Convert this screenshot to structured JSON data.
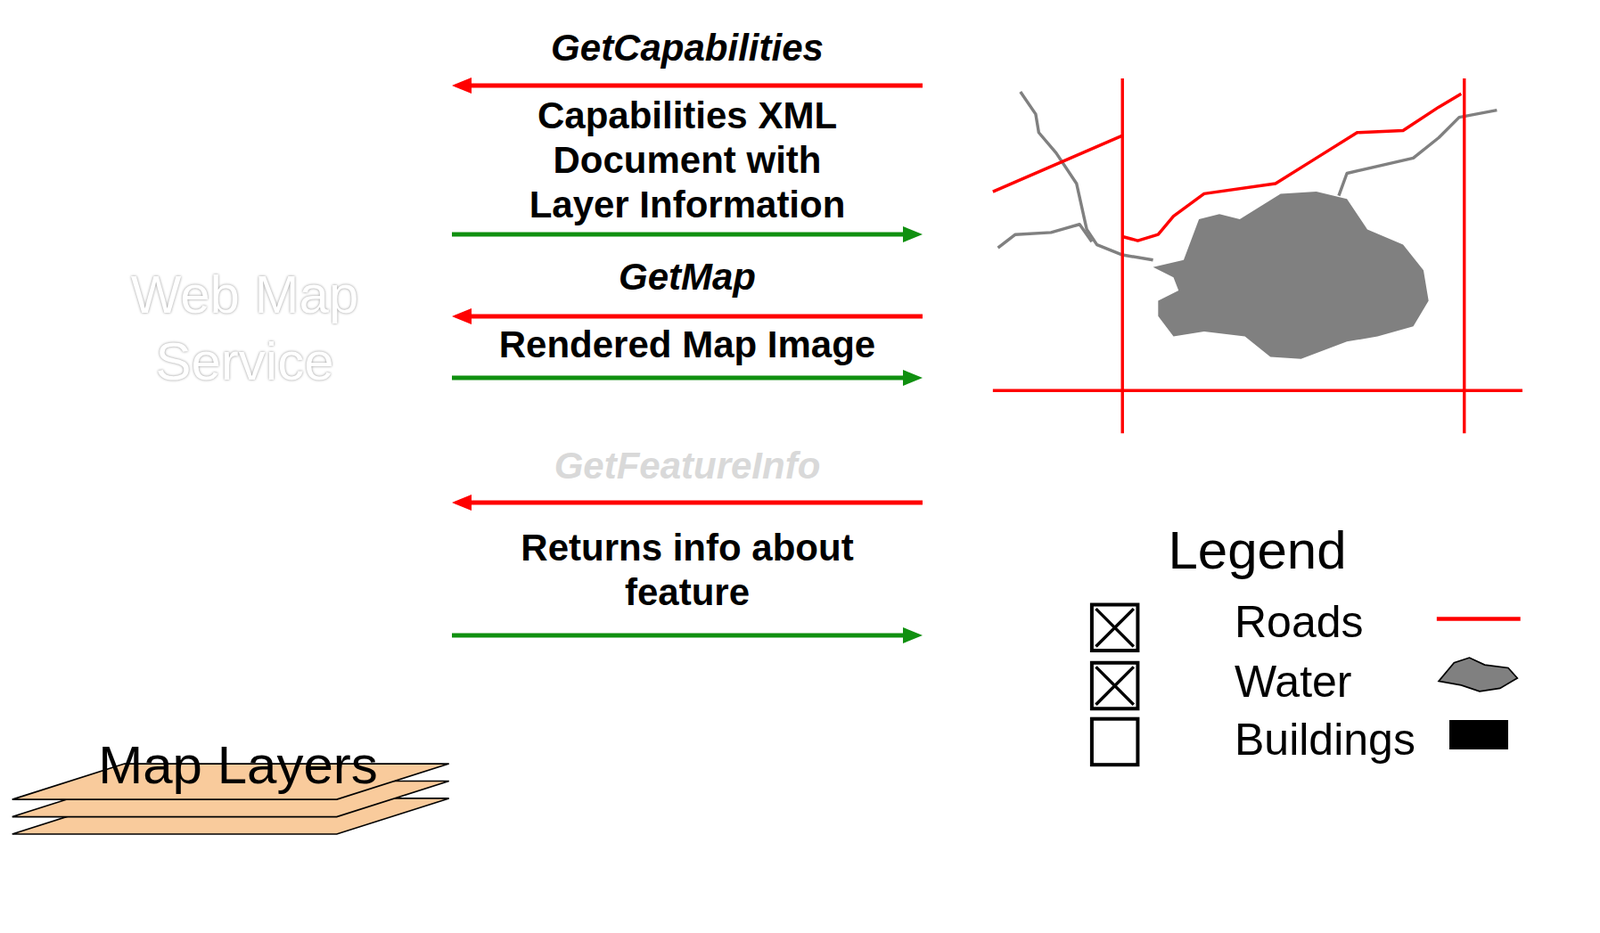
{
  "diagram": {
    "nodes": [
      {
        "text": [
          "Web Map Service"
        ]
      },
      {
        "text": [
          "Map Layers"
        ]
      },
      {
        "text": [
          "Legend"
        ]
      }
    ],
    "edges": [
      {
        "from": 2,
        "to": 0,
        "arrow": "to",
        "label": "GetCapabilities"
      },
      {
        "from": 0,
        "to": 2,
        "arrow": "to",
        "label": "Capabilities XML Document with Layer Information"
      },
      {
        "from": 2,
        "to": 0,
        "arrow": "to",
        "label": "GetMap"
      },
      {
        "from": 0,
        "to": 2,
        "arrow": "to",
        "label": "Rendered Map Image"
      },
      {
        "from": 2,
        "to": 0,
        "arrow": "to",
        "label": "GetFeatureInfo"
      },
      {
        "from": 0,
        "to": 2,
        "arrow": "to",
        "label": "Returns info about feature"
      }
    ],
    "legend": [
      {
        "text": "Roads"
      },
      {
        "text": "Water"
      },
      {
        "text": "Buildings",
        "color": "#000000"
      }
    ]
  }
}
